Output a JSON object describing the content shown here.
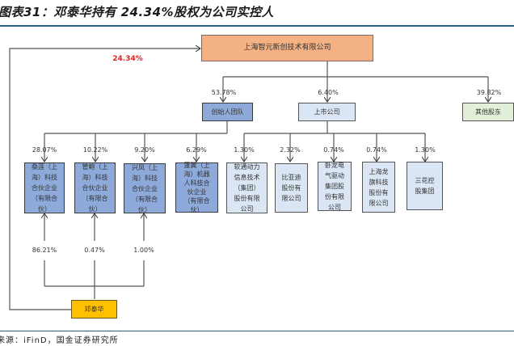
{
  "title": "图表31：邓泰华持有 24.34%股权为公司实控人",
  "source": "来源：iFinD，国金证券研究所",
  "colors": {
    "company": "#f4b183",
    "founder_team": "#8eaadb",
    "listed": "#dae6f4",
    "other": "#e2efd9",
    "person": "#ffc000",
    "highlight_pct": "#e02020"
  },
  "company": {
    "name": "上海智元新创技术有限公司"
  },
  "direct_holding": {
    "pct": "24.34%"
  },
  "tier1": [
    {
      "name": "创始人团队",
      "pct": "53.78%"
    },
    {
      "name": "上市公司",
      "pct": "6.40%"
    },
    {
      "name": "其他股东",
      "pct": "39.82%"
    }
  ],
  "founder_entities": [
    {
      "name": "桑莲（上海）科技合伙企业（有限合伙）",
      "pct": "28.07%",
      "person_pct": "86.21%"
    },
    {
      "name": "管鲍（上海）科技合伙企业（有限合伙）",
      "pct": "10.22%",
      "person_pct": "0.47%"
    },
    {
      "name": "兴凤（上海）科技合伙企业（有限合伙）",
      "pct": "9.20%",
      "person_pct": "1.00%"
    },
    {
      "name": "蓬翼（上海）机器人科技合伙企业（有限合伙）",
      "pct": "6.29%"
    }
  ],
  "listed_companies": [
    {
      "name": "软通动力信息技术（集团）股份有限公司",
      "pct": "1.30%"
    },
    {
      "name": "比亚迪股份有限公司",
      "pct": "2.32%"
    },
    {
      "name": "卧龙电气驱动集团股份有限公司",
      "pct": "0.74%"
    },
    {
      "name": "上海龙旗科技股份有限公司",
      "pct": "0.74%"
    },
    {
      "name": "三花控股集团",
      "pct": "1.30%"
    }
  ],
  "person": {
    "name": "邓泰华"
  },
  "box_lines": {
    "f0": [
      "桑莲（上",
      "海）科技",
      "合伙企业",
      "（有限合",
      "伙）"
    ],
    "f1": [
      "管鲍（上",
      "海）科技",
      "合伙企业",
      "（有限合",
      "伙）"
    ],
    "f2": [
      "兴凤（上",
      "海）科技",
      "合伙企业",
      "（有限合",
      "伙）"
    ],
    "f3": [
      "蓬翼（上",
      "海）机器",
      "人科技合",
      "伙企业",
      "（有限合",
      "伙）"
    ],
    "l0": [
      "软通动力",
      "信息技术",
      "（集团）",
      "股份有限",
      "公司"
    ],
    "l1": [
      "比亚迪",
      "股份有",
      "限公司"
    ],
    "l2": [
      "卧龙电",
      "气驱动",
      "集团股",
      "份有限",
      "公司"
    ],
    "l3": [
      "上海龙",
      "旗科技",
      "股份有",
      "限公司"
    ],
    "l4": [
      "三花控",
      "股集团"
    ]
  }
}
